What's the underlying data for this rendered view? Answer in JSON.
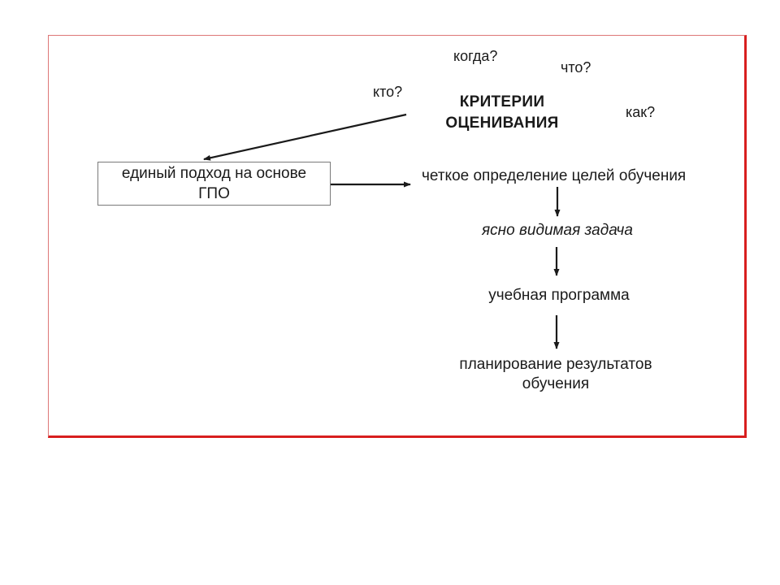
{
  "slide": {
    "colors": {
      "frame_red": "#d81e1e",
      "frame_red_light": "#dd7777",
      "box_border_gray": "#7a7a7a",
      "text": "#1a1a1a",
      "arrow": "#1a1a1a",
      "background": "#ffffff"
    },
    "questions": {
      "when": "когда?",
      "what": "что?",
      "who": "кто?",
      "how": "как?"
    },
    "title": {
      "line1": "КРИТЕРИИ",
      "line2": "ОЦЕНИВАНИЯ"
    },
    "box": {
      "line1": "единый подход на основе",
      "line2": "ГПО"
    },
    "flow": {
      "step1": "четкое определение целей обучения",
      "step2": "ясно видимая задача",
      "step3": "учебная программа",
      "step4_line1": "планирование результатов",
      "step4_line2": "обучения"
    }
  }
}
